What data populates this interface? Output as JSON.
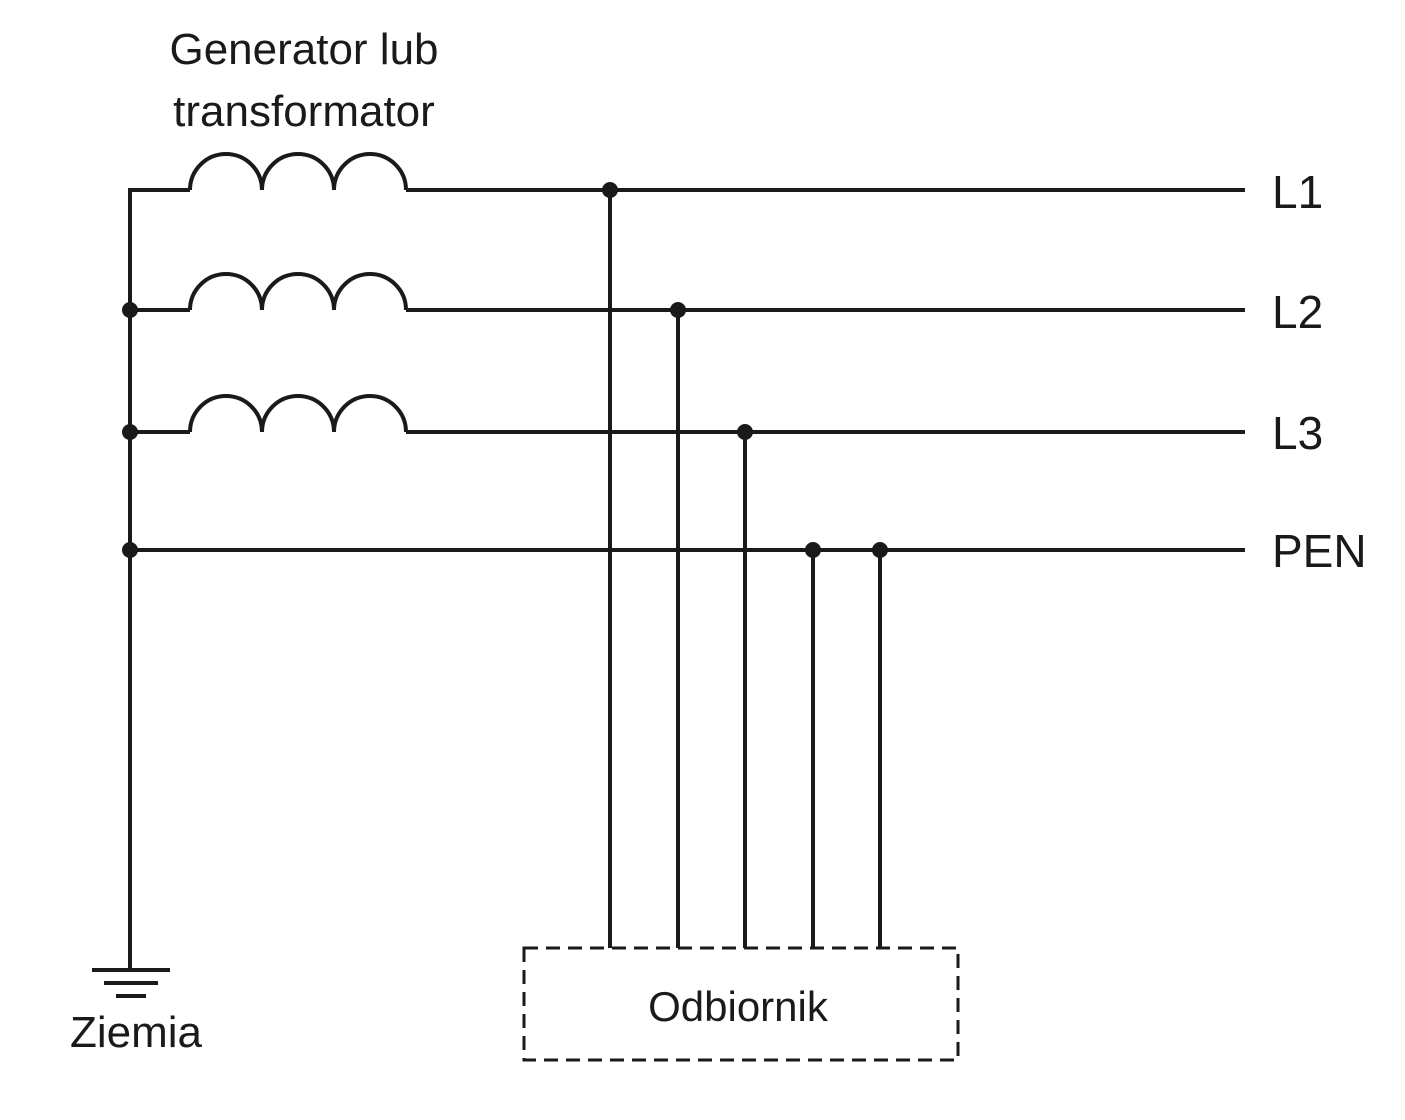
{
  "source": {
    "label_line1": "Generator lub",
    "label_line2": "transformator"
  },
  "lines": [
    {
      "id": "L1",
      "label": "L1"
    },
    {
      "id": "L2",
      "label": "L2"
    },
    {
      "id": "L3",
      "label": "L3"
    },
    {
      "id": "PEN",
      "label": "PEN"
    }
  ],
  "ground": {
    "label": "Ziemia"
  },
  "load": {
    "label": "Odbiornik"
  }
}
